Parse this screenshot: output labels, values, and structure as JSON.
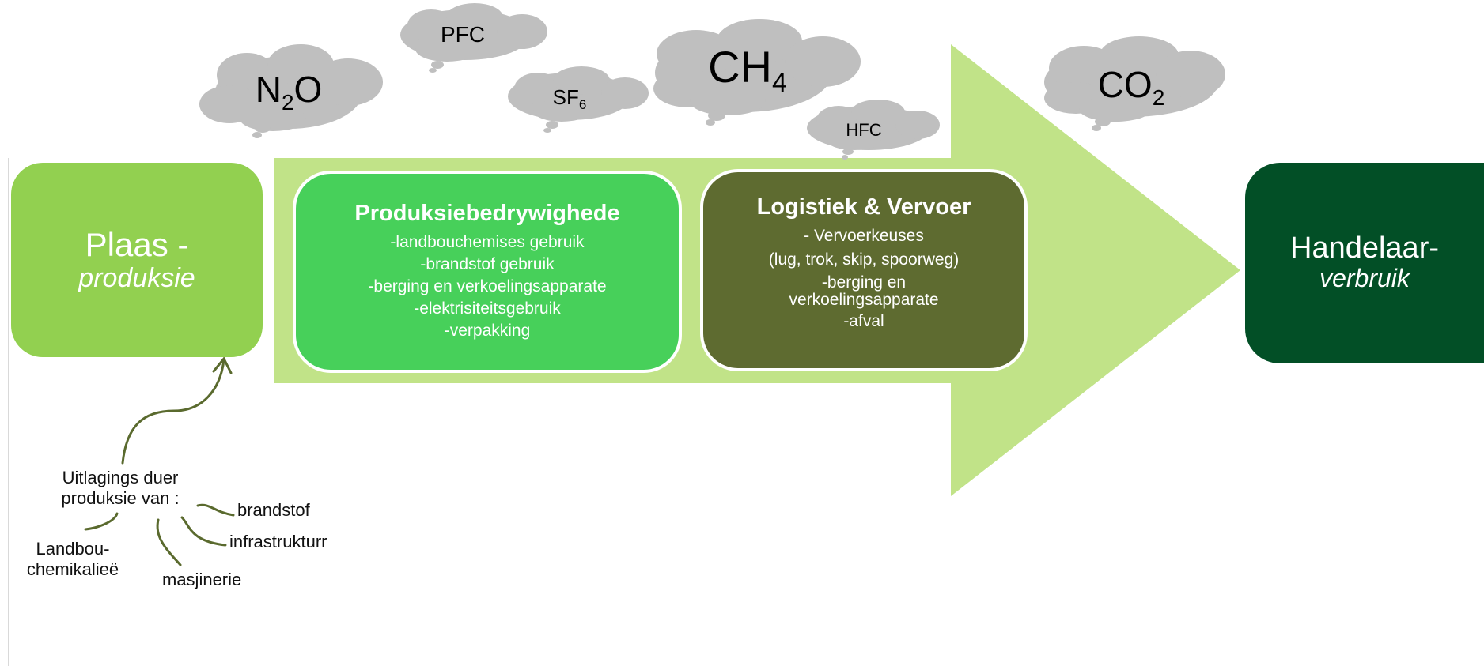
{
  "clouds": {
    "n2o": {
      "base": "N",
      "sub": "2",
      "tail": "O"
    },
    "pfc": "PFC",
    "sf6": {
      "base": "SF",
      "sub": "6",
      "tail": ""
    },
    "ch4": {
      "base": "CH",
      "sub": "4",
      "tail": ""
    },
    "hfc": "HFC",
    "co2": {
      "base": "CO",
      "sub": "2",
      "tail": ""
    }
  },
  "farm": {
    "line1": "Plaas -",
    "line2": "produksie"
  },
  "production": {
    "title": "Produksiebedrywighede",
    "items": [
      "-landbouchemises gebruik",
      "-brandstof gebruik",
      "-berging en verkoelingsapparate",
      "-elektrisiteitsgebruik",
      "-verpakking"
    ]
  },
  "logistics": {
    "title": "Logistiek & Vervoer",
    "items": [
      "- Vervoerkeuses",
      "(lug, trok, skip, spoorweg)",
      "-berging en",
      "verkoelingsapparate",
      "-afval"
    ]
  },
  "retailer": {
    "line1": "Handelaar-",
    "line2": "verbruik"
  },
  "emissions_note": {
    "heading_line1": "Uitlagings duer",
    "heading_line2": "produksie van :",
    "sources": {
      "fuel": "brandstof",
      "infrastructure": "infrastrukturr",
      "machinery": "masjinerie",
      "chem_line1": "Landbou-",
      "chem_line2": "chemikalieë"
    }
  },
  "colors": {
    "arrow": "#c1e388",
    "farm": "#92d050",
    "production": "#47d05a",
    "logistics": "#5e6b30",
    "retailer": "#024f26",
    "cloud": "#bfbfbf",
    "connector": "#5a6a2e"
  }
}
